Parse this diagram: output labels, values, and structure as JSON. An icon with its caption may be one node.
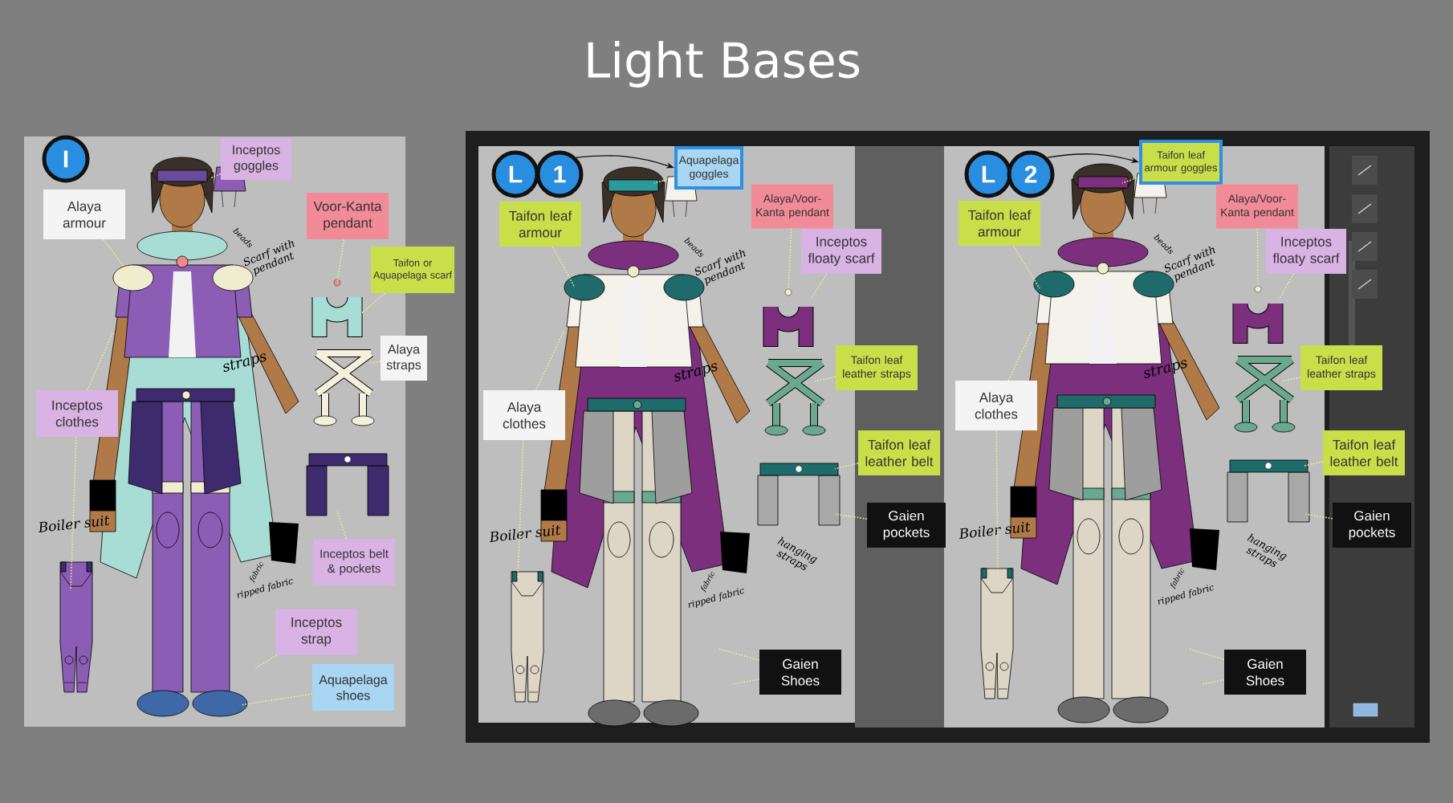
{
  "diagram": {
    "title": "Light Bases",
    "nodes": [
      {
        "text": [
          "I"
        ]
      },
      {
        "text": [
          "Inceptos goggles"
        ]
      },
      {
        "text": [
          "Alaya armour"
        ]
      },
      {
        "text": [
          "Voor-Kanta pendant"
        ]
      },
      {
        "text": [
          "Taifon or Aquapelaga scarf"
        ]
      },
      {
        "text": [
          "Alaya straps"
        ]
      },
      {
        "text": [
          "Inceptos clothes"
        ]
      },
      {
        "text": [
          "Inceptos belt & pockets"
        ]
      },
      {
        "text": [
          "Inceptos strap"
        ]
      },
      {
        "text": [
          "Aquapelaga shoes"
        ]
      },
      {
        "text": [
          "L"
        ]
      },
      {
        "text": [
          "1"
        ]
      },
      {
        "text": [
          "Aquapelaga goggles"
        ]
      },
      {
        "text": [
          "Taifon leaf armour"
        ]
      },
      {
        "text": [
          "Alaya/Voor-Kanta pendant"
        ]
      },
      {
        "text": [
          "Inceptos floaty scarf"
        ]
      },
      {
        "text": [
          "Taifon leaf leather straps"
        ]
      },
      {
        "text": [
          "Alaya clothes"
        ]
      },
      {
        "text": [
          "Taifon leaf leather belt"
        ]
      },
      {
        "text": [
          "Gaien pockets"
        ]
      },
      {
        "text": [
          "Gaien Shoes"
        ]
      },
      {
        "text": [
          "L"
        ]
      },
      {
        "text": [
          "2"
        ]
      },
      {
        "text": [
          "Taifon leaf armour goggles"
        ]
      },
      {
        "text": [
          "Taifon leaf armour"
        ]
      },
      {
        "text": [
          "Alaya/Voor-Kanta pendant"
        ]
      },
      {
        "text": [
          "Inceptos floaty scarf"
        ]
      },
      {
        "text": [
          "Taifon leaf leather straps"
        ]
      },
      {
        "text": [
          "Alaya clothes"
        ]
      },
      {
        "text": [
          "Taifon leaf leather belt"
        ]
      },
      {
        "text": [
          "Gaien pockets"
        ]
      },
      {
        "text": [
          "Gaien Shoes"
        ]
      },
      {
        "text": [],
        "shape": "picture"
      },
      {
        "text": [],
        "shape": "picture"
      },
      {
        "text": [],
        "shape": "picture"
      },
      {
        "text": [],
        "shape": "picture"
      },
      {
        "text": [],
        "shape": "picture"
      },
      {
        "text": [],
        "shape": "picture"
      },
      {
        "text": [],
        "shape": "picture"
      },
      {
        "text": [],
        "shape": "picture"
      },
      {
        "text": [],
        "shape": "picture"
      },
      {
        "text": [],
        "shape": "picture"
      },
      {
        "text": [],
        "shape": "picture"
      },
      {
        "text": [],
        "shape": "picture"
      },
      {
        "text": [],
        "shape": "picture"
      },
      {
        "text": [],
        "shape": "picture"
      },
      {
        "text": [],
        "shape": "picture"
      }
    ],
    "edges": [
      {
        "from": 1,
        "to": 32,
        "arrow": "none",
        "style": "dashed"
      },
      {
        "from": 2,
        "to": 32,
        "arrow": "none",
        "style": "dashed"
      },
      {
        "from": 3,
        "to": 33,
        "arrow": "none",
        "style": "dashed"
      },
      {
        "from": 4,
        "to": 33,
        "arrow": "none",
        "style": "dashed"
      },
      {
        "from": 5,
        "to": 34,
        "arrow": "none",
        "style": "dashed"
      },
      {
        "from": 6,
        "to": 32,
        "arrow": "none",
        "style": "dashed"
      },
      {
        "from": 6,
        "to": 36,
        "arrow": "none",
        "style": "dashed"
      },
      {
        "from": 7,
        "to": 35,
        "arrow": "none",
        "style": "dashed"
      },
      {
        "from": 8,
        "to": 32,
        "arrow": "none",
        "style": "dashed"
      },
      {
        "from": 9,
        "to": 32,
        "arrow": "none",
        "style": "dashed"
      },
      {
        "from": 11,
        "to": 12,
        "arrow": "to",
        "color": "#111111"
      },
      {
        "from": 12,
        "to": 37,
        "arrow": "none",
        "style": "dashed"
      },
      {
        "from": 13,
        "to": 37,
        "arrow": "none",
        "style": "dashed"
      },
      {
        "from": 14,
        "to": 38,
        "arrow": "none",
        "style": "dashed"
      },
      {
        "from": 15,
        "to": 38,
        "arrow": "none",
        "style": "dashed"
      },
      {
        "from": 16,
        "to": 39,
        "arrow": "none",
        "style": "dashed"
      },
      {
        "from": 17,
        "to": 37,
        "arrow": "none",
        "style": "dashed"
      },
      {
        "from": 17,
        "to": 41,
        "arrow": "none",
        "style": "dashed"
      },
      {
        "from": 18,
        "to": 40,
        "arrow": "none",
        "style": "dashed"
      },
      {
        "from": 19,
        "to": 40,
        "arrow": "none",
        "style": "dashed"
      },
      {
        "from": 20,
        "to": 37,
        "arrow": "none",
        "style": "dashed"
      },
      {
        "from": 20,
        "to": 37,
        "arrow": "none",
        "style": "dashed"
      },
      {
        "from": 22,
        "to": 23,
        "arrow": "to",
        "color": "#111111"
      },
      {
        "from": 23,
        "to": 42,
        "arrow": "none",
        "style": "dashed"
      },
      {
        "from": 24,
        "to": 42,
        "arrow": "none",
        "style": "dashed"
      },
      {
        "from": 25,
        "to": 43,
        "arrow": "none",
        "style": "dashed"
      },
      {
        "from": 26,
        "to": 43,
        "arrow": "none",
        "style": "dashed"
      },
      {
        "from": 27,
        "to": 44,
        "arrow": "none",
        "style": "dashed"
      },
      {
        "from": 28,
        "to": 42,
        "arrow": "none",
        "style": "dashed"
      },
      {
        "from": 28,
        "to": 46,
        "arrow": "none",
        "style": "dashed"
      },
      {
        "from": 29,
        "to": 45,
        "arrow": "none",
        "style": "dashed"
      },
      {
        "from": 30,
        "to": 45,
        "arrow": "none",
        "style": "dashed"
      },
      {
        "from": 31,
        "to": 42,
        "arrow": "none",
        "style": "dashed"
      },
      {
        "from": 31,
        "to": 42,
        "arrow": "none",
        "style": "dashed"
      }
    ],
    "labels": [
      "beads",
      "Scarf with pendant",
      "straps",
      "Boiler suit",
      "fabric",
      "ripped fabric",
      "beads",
      "Scarf with pendant",
      "straps",
      "hanging straps",
      "Boiler suit",
      "fabric",
      "ripped fabric",
      "beads",
      "Scarf with pendant",
      "straps",
      "hanging straps",
      "Boiler suit",
      "fabric",
      "ripped fabric"
    ]
  }
}
